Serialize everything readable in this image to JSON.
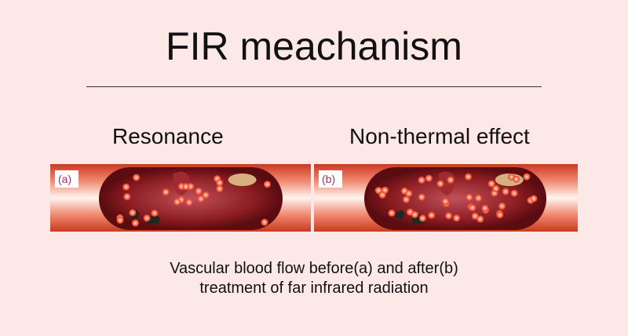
{
  "title": "FIR meachanism",
  "panels": [
    {
      "heading": "Resonance",
      "label": "(a)"
    },
    {
      "heading": "Non-thermal effect",
      "label": "(b)"
    }
  ],
  "caption": {
    "line1": "Vascular blood flow before(a) and after(b)",
    "line2": "treatment of far infrared radiation"
  },
  "colors": {
    "background": "#fde8e8",
    "vessel": "#d8482c",
    "capsule": "#7a1418",
    "cell": "#ff8a6a",
    "label": "#a0306a"
  }
}
